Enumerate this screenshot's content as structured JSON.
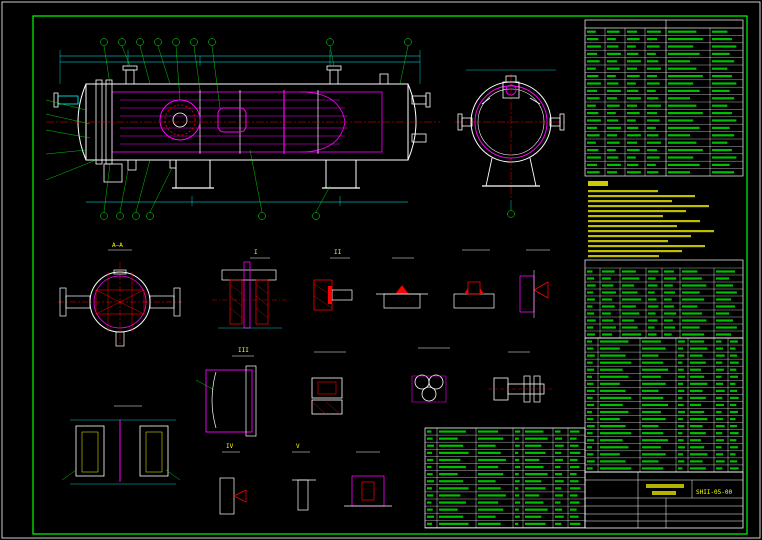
{
  "drawing": {
    "colors": {
      "background": "#000000",
      "border": "#00ff00",
      "shell": "#ffffff",
      "nozzle": "#ff00ff",
      "dimension": "#00ffff",
      "text": "#ffff00",
      "hatch": "#ff0000",
      "table_line": "#ffffff",
      "table_text": "#00ff00"
    },
    "detail_labels": [
      "A—A",
      "I",
      "II",
      "III",
      "IV",
      "V"
    ],
    "title_block_code": "SHII-05-00"
  }
}
